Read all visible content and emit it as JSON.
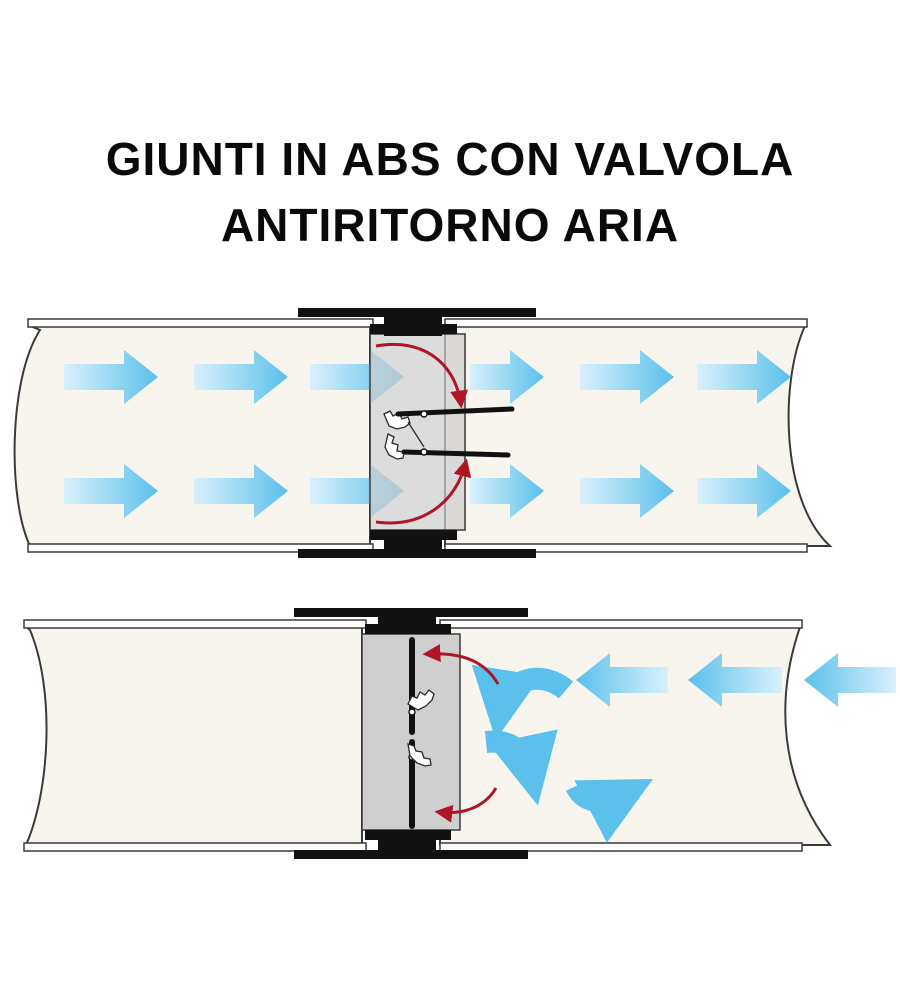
{
  "title": {
    "line1": "GIUNTI IN ABS CON VALVOLA",
    "line2": "ANTIRITORNO ARIA"
  },
  "colors": {
    "pipe_fill": "#f8f5ee",
    "pipe_edge": "#3a3a3a",
    "valve_body": "#cfcfcf",
    "coupling": "#111111",
    "flow_arrow": "#5bc0eb",
    "flow_arrow_light": "#d9f1fb",
    "flap_arrow": "#b01525"
  },
  "icons": {
    "flow": "arrow-right-icon",
    "backflow": "arrow-left-icon",
    "flap_motion": "curved-arrow-icon",
    "hinge": "gear-icon"
  },
  "states": [
    {
      "name": "open",
      "flow_direction": "right"
    },
    {
      "name": "closed",
      "flow_direction": "left"
    }
  ]
}
